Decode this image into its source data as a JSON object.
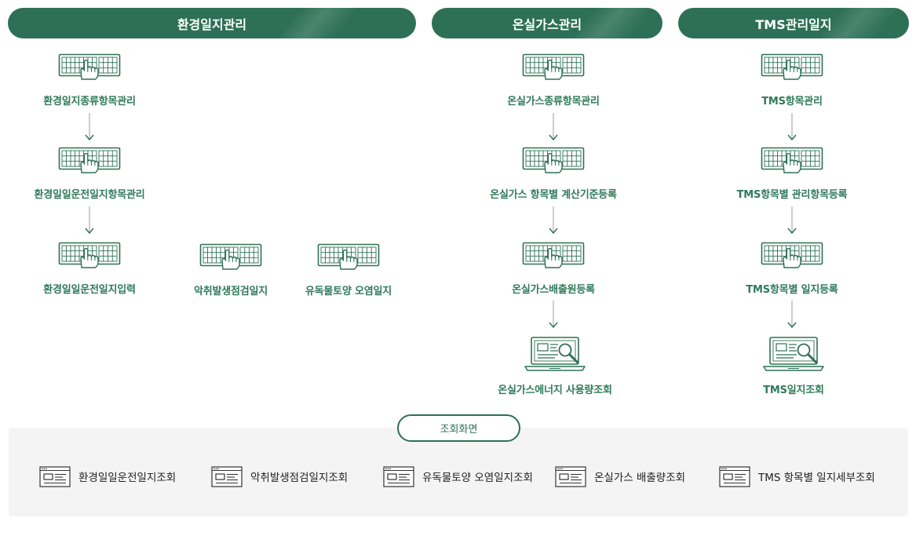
{
  "headers": {
    "env": "환경일지관리",
    "ghg": "온실가스관리",
    "tms": "TMS관리일지"
  },
  "nodes": {
    "env_item_type": "환경일지종류항목관리",
    "env_op_item": "환경일일운전일지항목관리",
    "env_op_input": "환경일일운전일지입력",
    "chem_inspection": "악취발생점검일지",
    "toxic_log": "유독물토양 오염일지",
    "ghg_item_type": "온실가스종류항목관리",
    "ghg_calc_register": "온실가스 항목별 계산기준등록",
    "ghg_emission_register": "온실가스배출원등록",
    "ghg_energy_view": "온실가스에너지 사용량조회",
    "tms_item": "TMS항목관리",
    "tms_mgmt_register": "TMS항목별 관리항목등록",
    "tms_log_register": "TMS항목별 일지등록",
    "tms_log_view": "TMS일지조회"
  },
  "view_section": {
    "title": "조회화면",
    "items": [
      "환경일일운전일지조회",
      "악취발생점검일지조회",
      "유독물토양 오염일지조회",
      "온실가스 배출량조회",
      "TMS 항목별 일지세부조회"
    ]
  },
  "icons": {
    "input": "keyboard-hand-icon",
    "view": "laptop-search-icon",
    "list": "document-window-icon",
    "arrow": "arrow-down-icon"
  },
  "colors": {
    "accent": "#2d7055",
    "label": "#2f7a5a",
    "panel": "#f4f4f4"
  }
}
